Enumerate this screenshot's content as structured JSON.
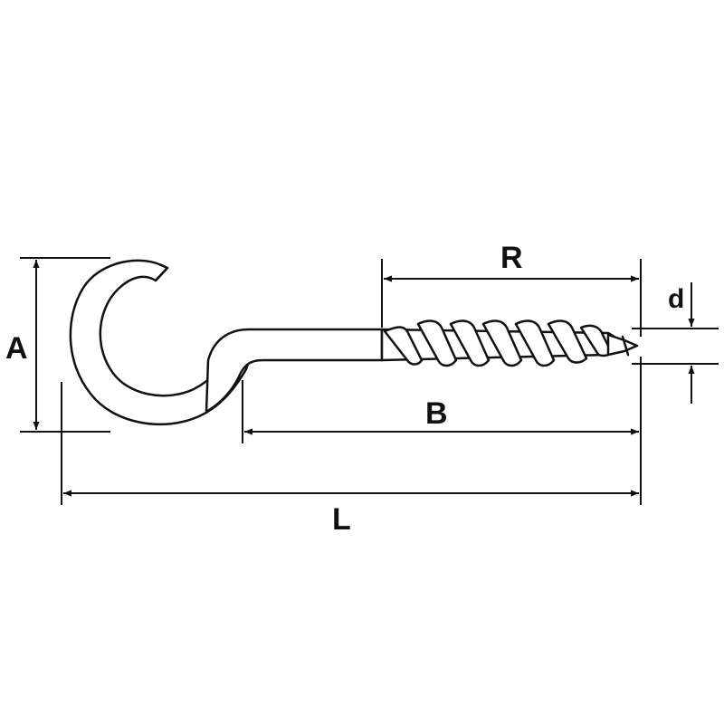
{
  "diagram": {
    "dimension_labels": {
      "A": "A",
      "R": "R",
      "d": "d",
      "B": "B",
      "L": "L"
    },
    "colors": {
      "stroke": "#111111",
      "fill": "#ffffff"
    }
  }
}
